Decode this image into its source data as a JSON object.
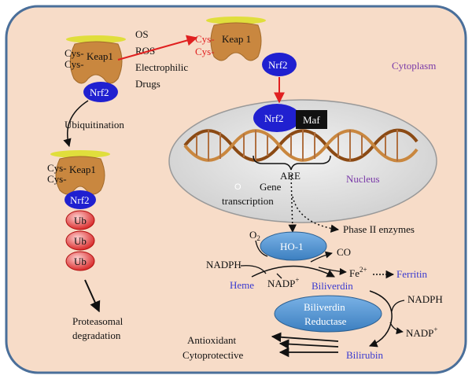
{
  "labels": {
    "cys_1": "Cys-",
    "cys_2": "Cys-",
    "keap1_top": "Keap1",
    "nrf2_top": "Nrf2",
    "os": "OS",
    "ros": "ROS",
    "electrophilic": "Electrophilic",
    "drugs": "Drugs",
    "cys_red_1": "Cys-",
    "cys_red_2": "Cys-",
    "keap1_free": "Keap 1",
    "nrf2_free": "Nrf2",
    "cytoplasm": "Cytoplasm",
    "ubiquitination": "Ubiquitination",
    "cys_3": "Cys-",
    "cys_4": "Cys-",
    "keap1_ub": "Keap1",
    "nrf2_ub": "Nrf2",
    "ub_1": "Ub",
    "ub_2": "Ub",
    "ub_3": "Ub",
    "proteasomal": "Proteasomal",
    "degradation": "degradation",
    "nrf2_nucleus": "Nrf2",
    "maf": "Maf",
    "are": "ARE",
    "nucleus": "Nucleus",
    "o_mark": "O",
    "gene": "Gene",
    "transcription": "transcription",
    "phase2": "Phase II enzymes",
    "o2": "O",
    "o2_sub": "2",
    "ho1": "HO-1",
    "co": "CO",
    "nadph_1": "NADPH",
    "fe": "Fe",
    "fe_sup": "2+",
    "ferritin": "Ferritin",
    "heme": "Heme",
    "nadp_1": "NADP",
    "nadp_1_sup": "+",
    "biliverdin": "Biliverdin",
    "nadph_2": "NADPH",
    "bvr_1": "Biliverdin",
    "bvr_2": "Reductase",
    "nadp_2": "NADP",
    "nadp_2_sup": "+",
    "antioxidant": "Antioxidant",
    "cytoprotective": "Cytoprotective",
    "bilirubin": "Bilirubin"
  },
  "colors": {
    "cell_fill": "#f7dcc8",
    "cell_border": "#4a6f9a",
    "keap1": "#c9873f",
    "keap1_cap": "#e0de3c",
    "nrf2": "#2020d0",
    "maf": "#111111",
    "ub": "#d62020",
    "nucleus": "#dddddd",
    "enzyme": "#5b9bd5",
    "dna_a": "#8b4a14",
    "dna_b": "#c9873f",
    "blue_text": "#3a3ad0",
    "purple_text": "#7a3aa8",
    "red": "#e02020"
  }
}
